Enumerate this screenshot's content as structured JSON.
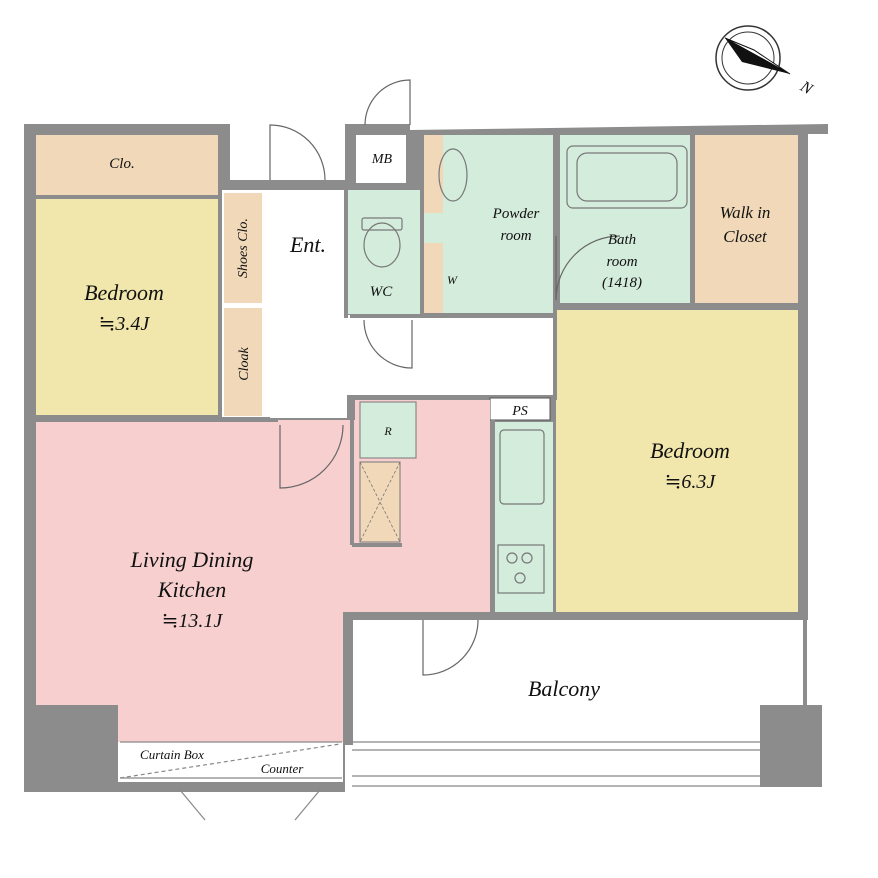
{
  "rooms": {
    "closet_top": "Clo.",
    "bedroom_left": "Bedroom",
    "bedroom_left_size": "≒3.4J",
    "shoes_closet": "Shoes Clo.",
    "entrance": "Ent.",
    "cloak": "Cloak",
    "meter_box": "MB",
    "wc": "WC",
    "washer": "W",
    "powder_room_1": "Powder",
    "powder_room_2": "room",
    "bath_room_1": "Bath",
    "bath_room_2": "room",
    "bath_room_size": "(1418)",
    "walk_in_1": "Walk in",
    "walk_in_2": "Closet",
    "pipe_space": "PS",
    "refrigerator": "R",
    "bedroom_right": "Bedroom",
    "bedroom_right_size": "≒6.3J",
    "ldk_1": "Living Dining",
    "ldk_2": "Kitchen",
    "ldk_size": "≒13.1J",
    "balcony": "Balcony",
    "curtain_box": "Curtain Box",
    "counter": "Counter"
  },
  "compass": {
    "north_label": "N"
  },
  "colors": {
    "wall": "#8c8c8c",
    "bedroom": "#f1e6ac",
    "ldk": "#f7cfcf",
    "wet_area": "#d4ecdc",
    "storage": "#f0d8b8",
    "floor": "#ffffff"
  }
}
